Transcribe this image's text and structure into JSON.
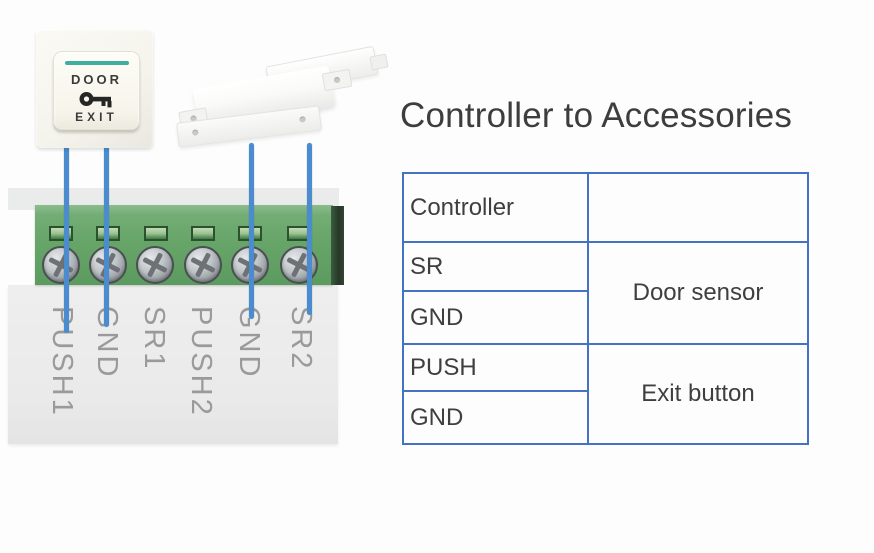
{
  "page": {
    "background_color": "#fdfdfd"
  },
  "accessories": {
    "title": "Controller to Accessories",
    "table": {
      "border_color": "#4472c4",
      "left_column": [
        "Controller",
        "SR",
        "GND",
        "PUSH",
        "GND"
      ],
      "right_column": [
        {
          "label": "",
          "rowspan": 1
        },
        {
          "label": "Door sensor",
          "rowspan": 2
        },
        {
          "label": "Exit button",
          "rowspan": 2
        }
      ]
    }
  },
  "diagram": {
    "exit_button": {
      "top_label": "DOOR",
      "bottom_label": "EXIT",
      "icon": "key-icon",
      "accent_line_color": "#3fae9e"
    },
    "terminal_block": {
      "labels": [
        "PUSH1",
        "GND",
        "SR1",
        "PUSH2",
        "GND",
        "SR2"
      ],
      "body_color": "#69a96b",
      "screw_count": 6
    },
    "wires": {
      "color": "#4a8cce",
      "connections": [
        {
          "from": "exit-button",
          "to_terminal": "PUSH1"
        },
        {
          "from": "exit-button",
          "to_terminal": "GND"
        },
        {
          "from": "door-sensor",
          "to_terminal": "GND"
        },
        {
          "from": "door-sensor",
          "to_terminal": "SR2"
        }
      ]
    }
  }
}
